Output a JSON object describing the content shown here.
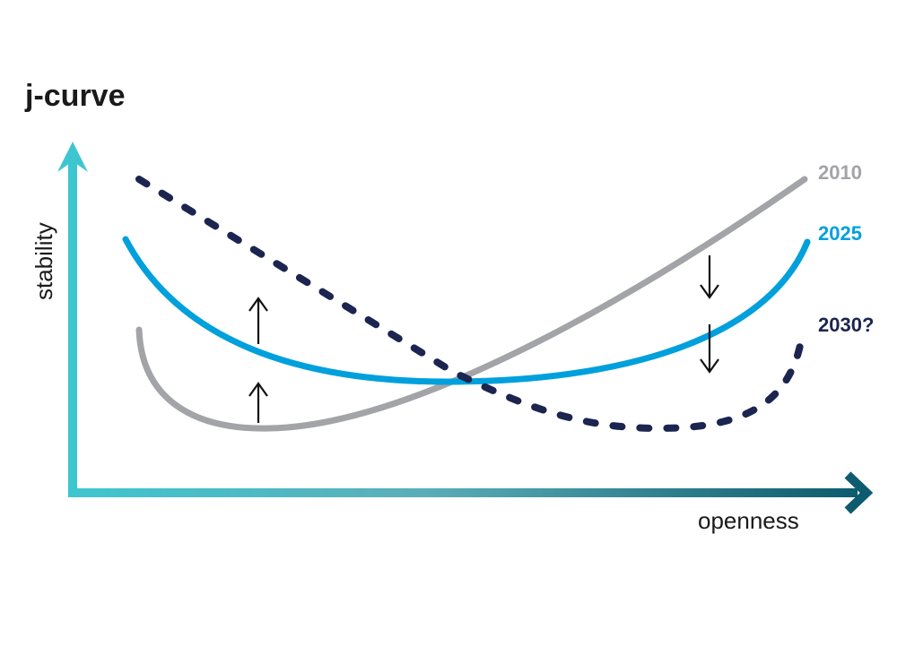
{
  "title": "j-curve",
  "axes": {
    "y_label": "stability",
    "x_label": "openness"
  },
  "series": [
    {
      "label": "2010",
      "color": "#a3a4a8",
      "style": "solid"
    },
    {
      "label": "2025",
      "color": "#00a0dc",
      "style": "solid"
    },
    {
      "label": "2030?",
      "color": "#1b2550",
      "style": "dashed"
    }
  ],
  "colors": {
    "axis_start": "#3ec6d0",
    "axis_end": "#0d5b6e",
    "arrow": "#111111"
  }
}
